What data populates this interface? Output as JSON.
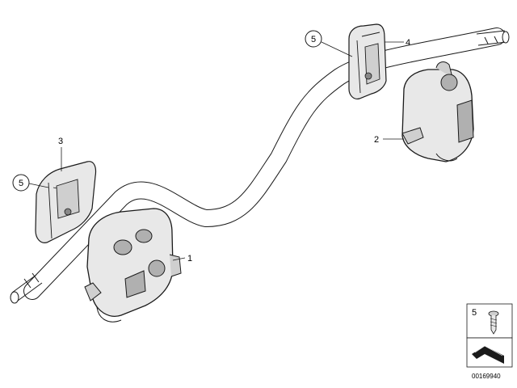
{
  "callouts": {
    "part_1": "1",
    "part_2": "2",
    "part_3": "3",
    "part_4": "4",
    "circle_5_left": "5",
    "circle_5_top": "5"
  },
  "legend": {
    "screw_number": "5"
  },
  "drawing_number": "00169940",
  "colors": {
    "line": "#1a1a1a",
    "part_fill": "#e8e8e8",
    "shade": "#b0b0b0",
    "bar_fill": "#ffffff"
  }
}
